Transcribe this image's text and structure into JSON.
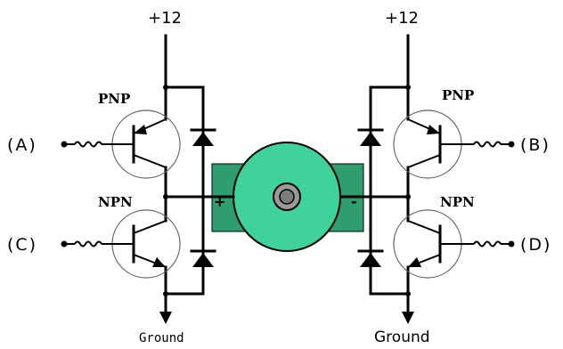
{
  "diagram": {
    "supply_left": "+12",
    "supply_right": "+12",
    "ground_left": "Ground",
    "ground_right": "Ground",
    "transistors": {
      "top_left": "PNP",
      "top_right": "PNP",
      "bottom_left": "NPN",
      "bottom_right": "NPN"
    },
    "inputs": {
      "a": "(A)",
      "b": "(B)",
      "c": "(C)",
      "d": "(D)"
    },
    "motor": {
      "plus": "+",
      "minus": "-",
      "body_color": "#2e9e6e",
      "rotor_color": "#3fd39b",
      "shaft_color": "#9a9a9a"
    }
  }
}
